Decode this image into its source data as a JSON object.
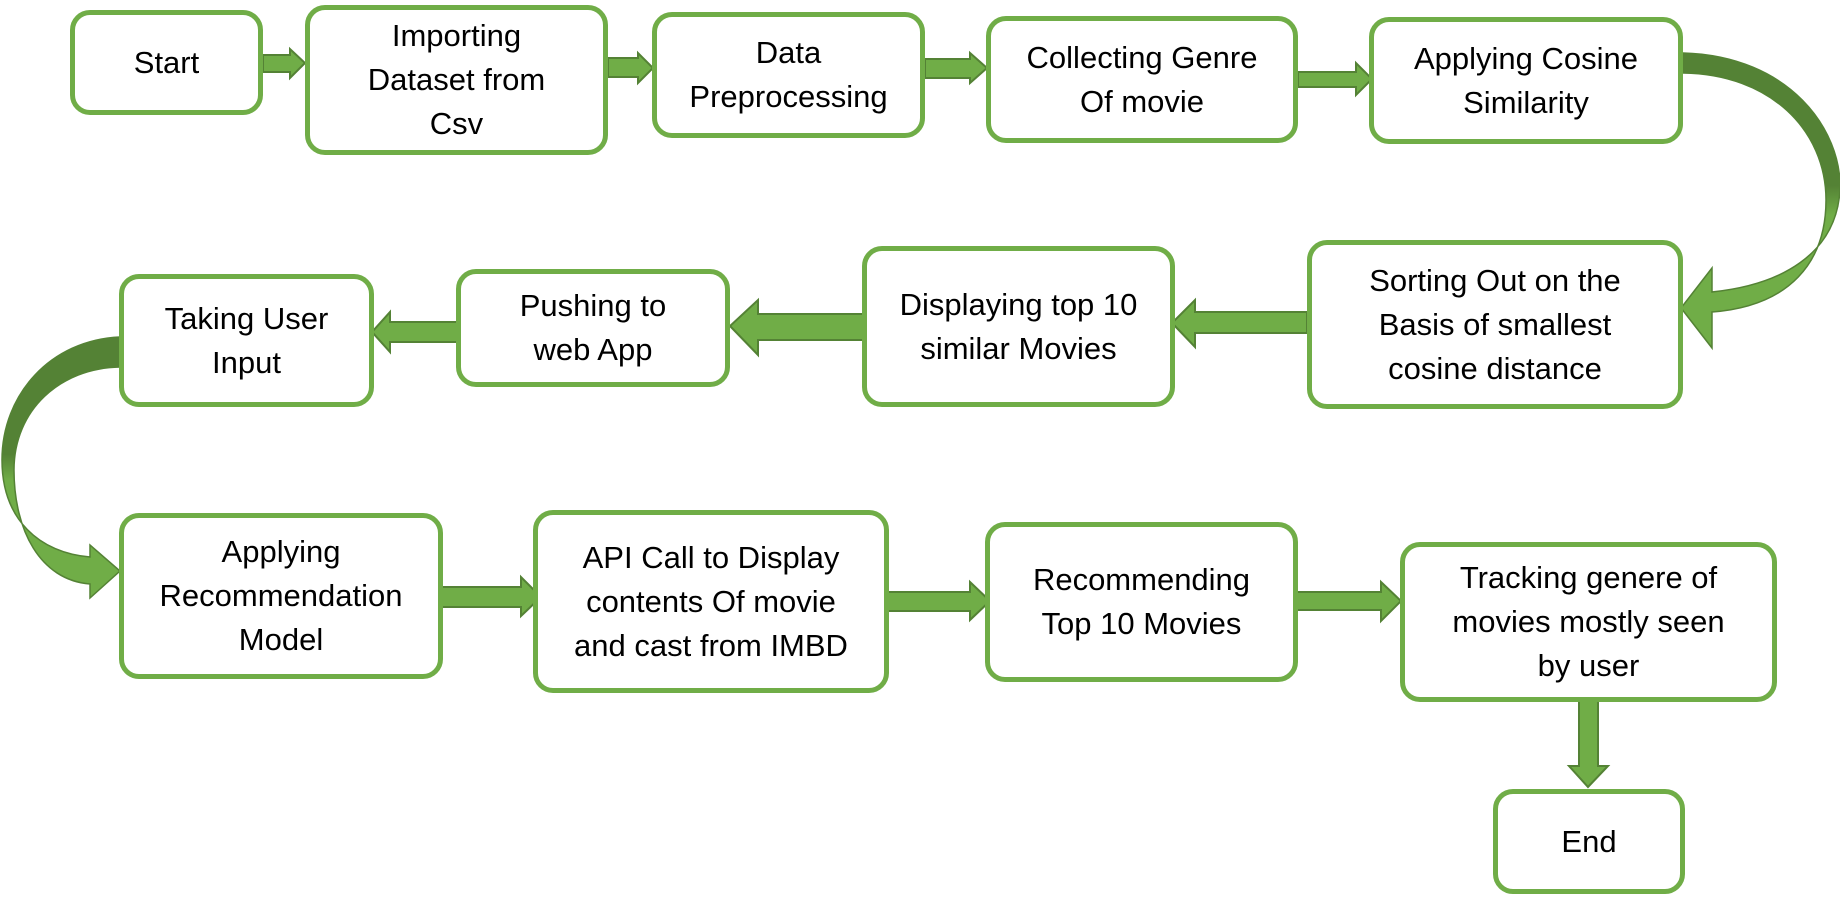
{
  "diagram": {
    "type": "flowchart",
    "colors": {
      "node_border": "#70AD47",
      "arrow_fill": "#70AD47",
      "arrow_stroke": "#548235",
      "curved_arrow_dark": "#548235",
      "text": "#000000",
      "background": "#FFFFFF"
    },
    "nodes": [
      {
        "id": "start",
        "label": "Start"
      },
      {
        "id": "import",
        "label": "Importing\nDataset from\nCsv"
      },
      {
        "id": "preprocess",
        "label": "Data\nPreprocessing"
      },
      {
        "id": "genre",
        "label": "Collecting Genre\nOf movie"
      },
      {
        "id": "cosine",
        "label": "Applying Cosine\nSimilarity"
      },
      {
        "id": "sorting",
        "label": "Sorting Out on the\nBasis of smallest\ncosine distance"
      },
      {
        "id": "display",
        "label": "Displaying top 10\nsimilar Movies"
      },
      {
        "id": "push",
        "label": "Pushing to\nweb App"
      },
      {
        "id": "input",
        "label": "Taking User\nInput"
      },
      {
        "id": "model",
        "label": "Applying\nRecommendation\nModel"
      },
      {
        "id": "api",
        "label": "API Call to Display\ncontents Of movie\nand cast from IMBD"
      },
      {
        "id": "recommend",
        "label": "Recommending\nTop 10 Movies"
      },
      {
        "id": "tracking",
        "label": "Tracking genere of\nmovies mostly seen\nby user"
      },
      {
        "id": "end",
        "label": "End"
      }
    ],
    "edges": [
      {
        "from": "start",
        "to": "import"
      },
      {
        "from": "import",
        "to": "preprocess"
      },
      {
        "from": "preprocess",
        "to": "genre"
      },
      {
        "from": "genre",
        "to": "cosine"
      },
      {
        "from": "cosine",
        "to": "sorting",
        "style": "curved"
      },
      {
        "from": "sorting",
        "to": "display"
      },
      {
        "from": "display",
        "to": "push"
      },
      {
        "from": "push",
        "to": "input"
      },
      {
        "from": "input",
        "to": "model",
        "style": "curved"
      },
      {
        "from": "model",
        "to": "api"
      },
      {
        "from": "api",
        "to": "recommend"
      },
      {
        "from": "recommend",
        "to": "tracking"
      },
      {
        "from": "tracking",
        "to": "end"
      }
    ]
  }
}
